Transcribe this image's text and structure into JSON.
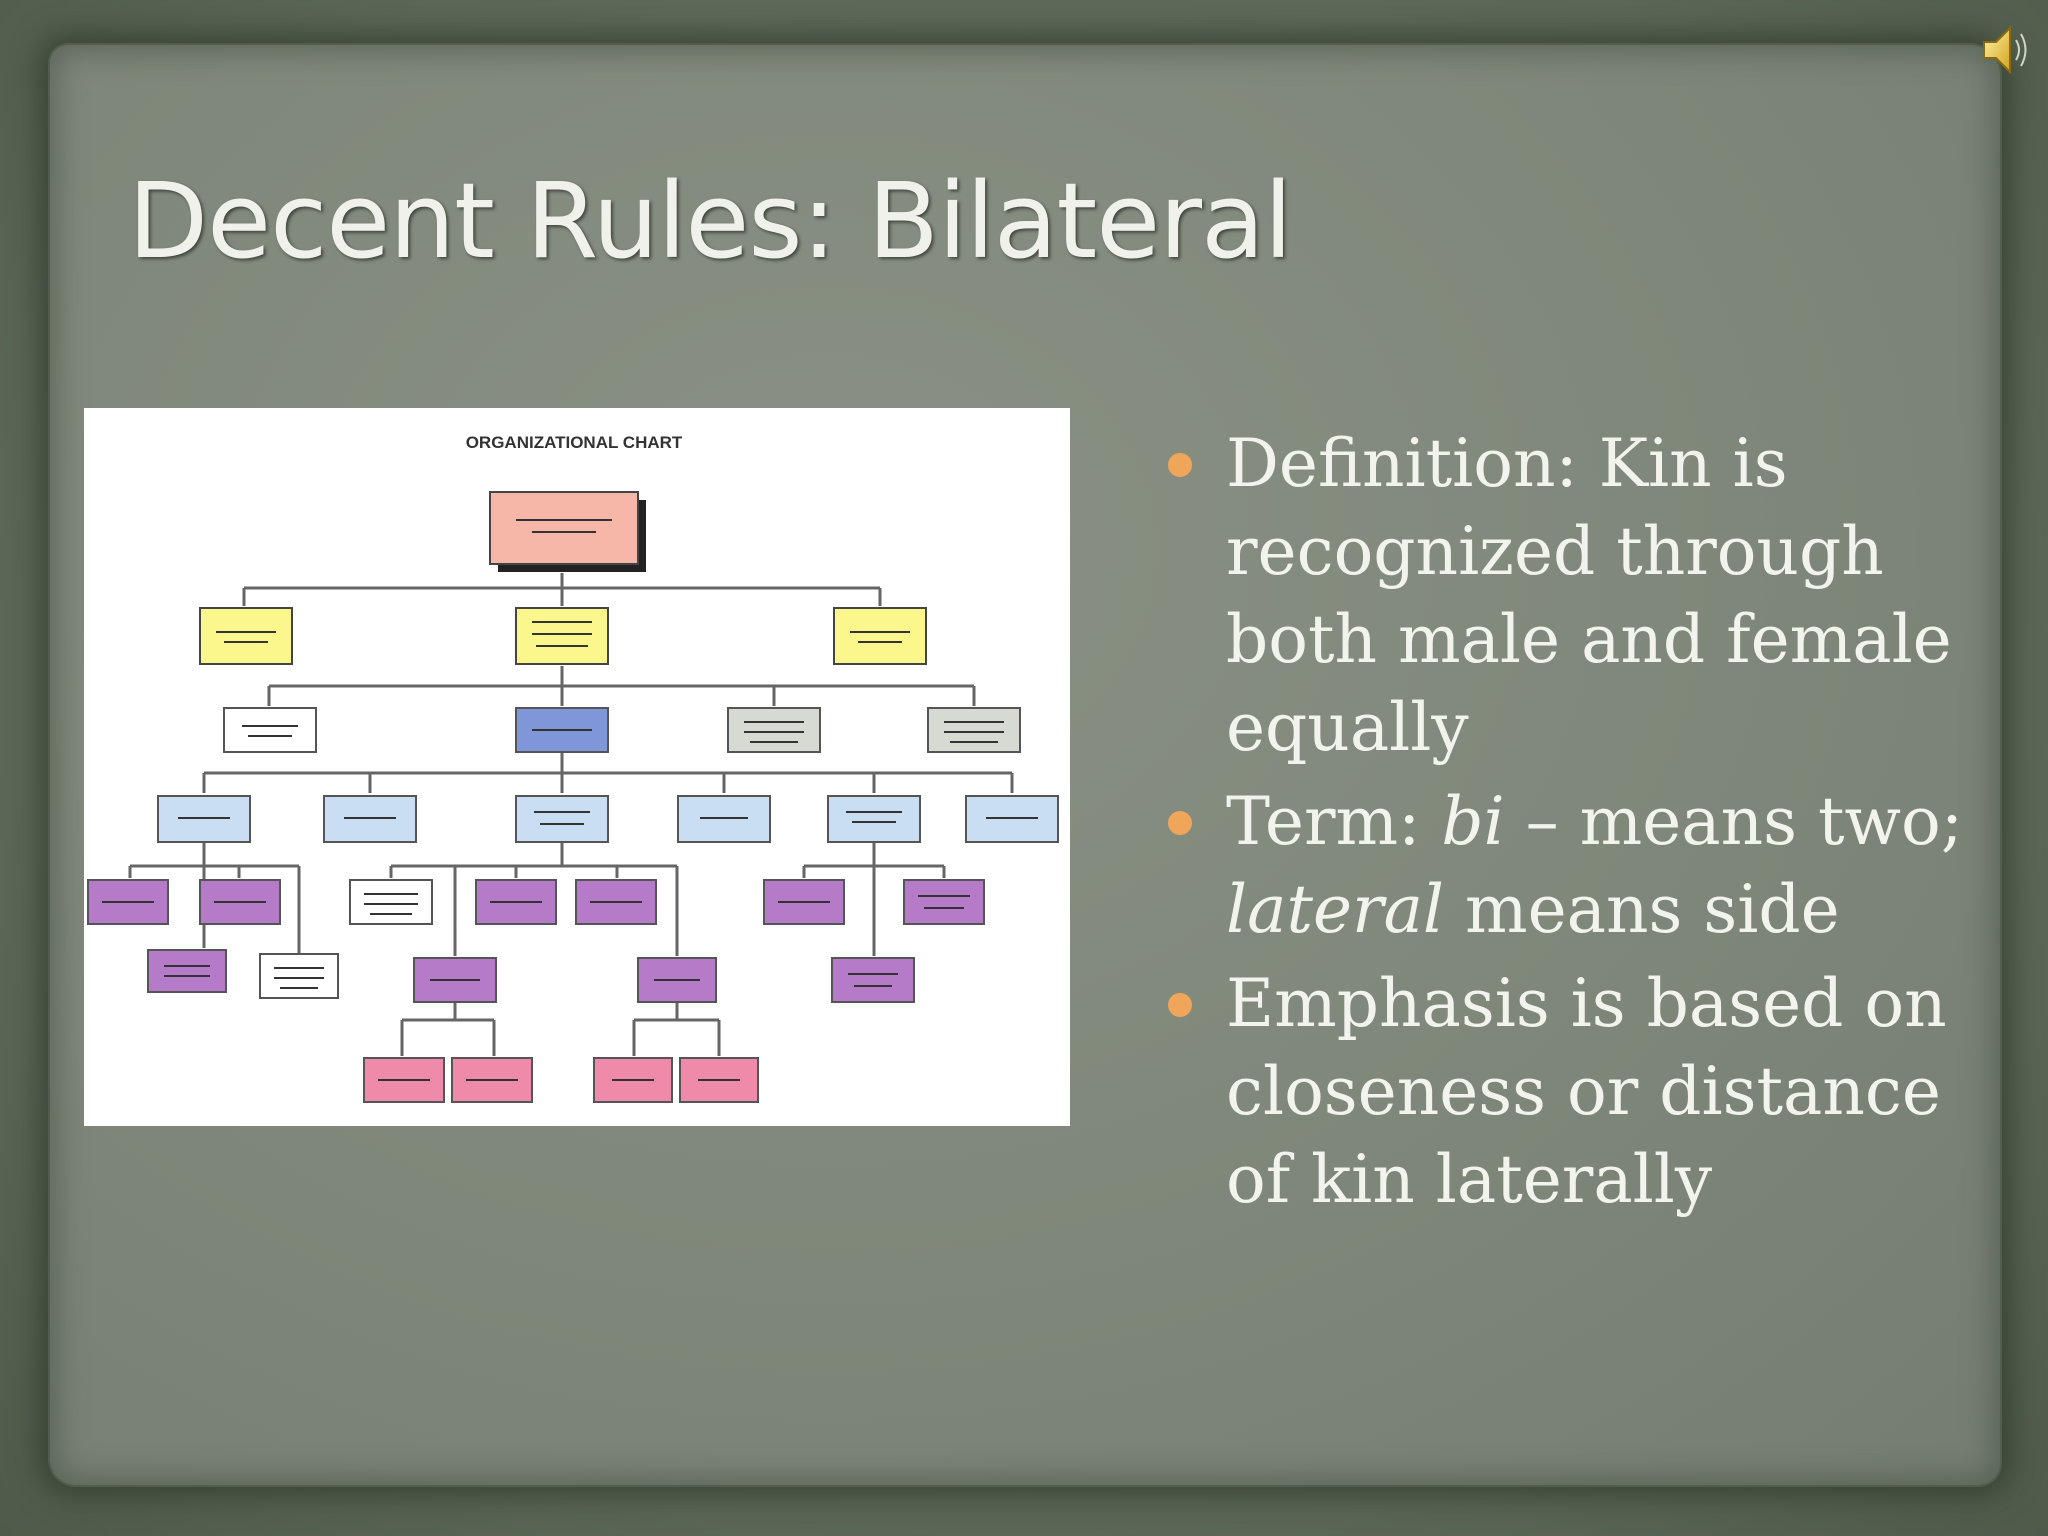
{
  "slide": {
    "title": "Decent Rules: Bilateral"
  },
  "figure": {
    "chart_title": "ORGANIZATIONAL CHART"
  },
  "bullets": [
    {
      "text": "Definition: Kin is recognized through both male and female equally"
    },
    {
      "prefix": "Term: ",
      "italic1": "bi",
      "middle": " – means two; ",
      "italic2": "lateral",
      "suffix": " means side"
    },
    {
      "text": "Emphasis is based on closeness or distance of kin laterally"
    }
  ],
  "colors": {
    "bullet": "#f0a65a",
    "title_text": "#f1f1ec",
    "box_top": "#f7b7a8",
    "box_yellow": "#fbf78c",
    "box_blue": "#7f96d8",
    "box_lightblue": "#c9def3",
    "box_gray": "#d6dad2",
    "box_purple": "#b57ac8",
    "box_pink": "#f08aab"
  },
  "icons": {
    "speaker": "speaker-icon"
  }
}
